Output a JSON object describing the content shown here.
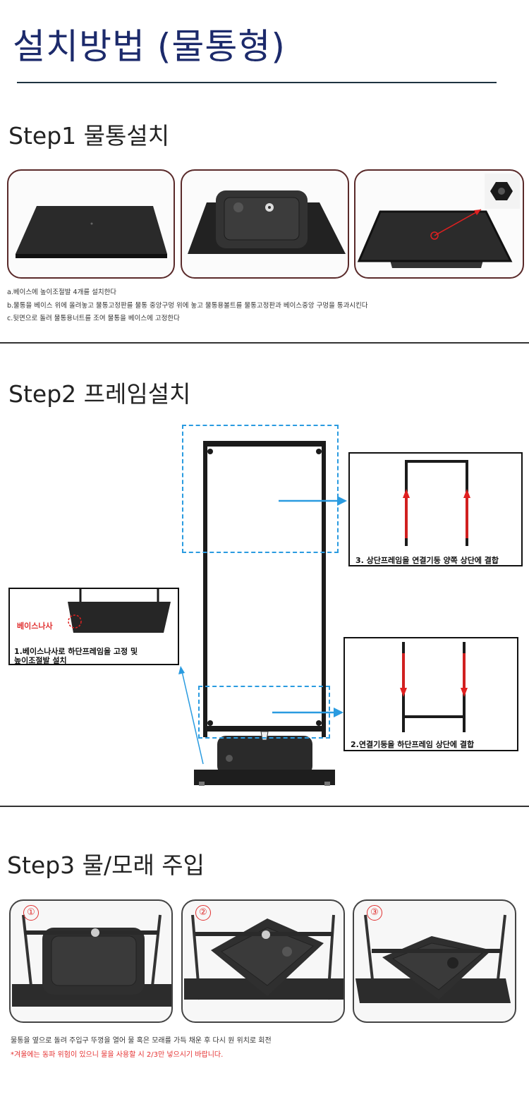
{
  "page": {
    "title": "설치방법 (물통형)"
  },
  "step1": {
    "title": "Step1 물통설치",
    "notes": [
      "a.베이스에 높이조절발 4개를 설치한다",
      "b.물통을 베이스 위에 올려놓고 물통고정판를 물통 중앙구멍 위에 놓고 물통용볼트를 물통고정판과 베이스중앙 구멍을 통과시킨다",
      "c.뒷면으로 돌려 물통용너트를 조여 물통을 베이스에 고정한다"
    ]
  },
  "step2": {
    "title": "Step2 프레임설치",
    "base_screw_label": "베이스나사",
    "caption1_line1": "1.베이스나사로 하단프레임을 고정 및",
    "caption1_line2": "높이조절발 설치",
    "caption2": "2.연결기둥을 하단프레임 상단에 결합",
    "caption3": "3. 상단프레임을 연결기둥 양쪽 상단에 결합"
  },
  "step3": {
    "title": "Step3 물/모래 주입",
    "badges": [
      "①",
      "②",
      "③"
    ],
    "note": "물통을 옆으로 돌려 주입구 뚜껑을 열어 물 혹은 모래를 가득 채운 후 다시 원 위치로 회전",
    "warning": "*겨울에는 동파 위험이 있으니 물을 사용할 시 2/3만 넣으시기 바랍니다."
  },
  "colors": {
    "title": "#1c2a6b",
    "frame": "#1b1b1b",
    "arrow_blue": "#2a9be0",
    "arrow_red": "#e02020",
    "warning": "#e53030"
  }
}
